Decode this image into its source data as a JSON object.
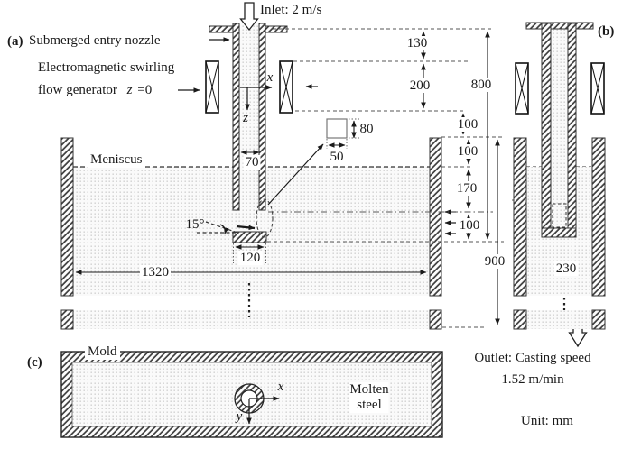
{
  "figure": {
    "panel_a_tag": "(a)",
    "panel_b_tag": "(b)",
    "panel_c_tag": "(c)",
    "unit_note": "Unit: mm"
  },
  "labels": {
    "submerged_entry_nozzle": "Submerged entry nozzle",
    "electromagnetic_line1": "Electromagnetic swirling",
    "electromagnetic_line2": "flow generator",
    "z_var": "z",
    "z_eq": "=0",
    "inlet": "Inlet: 2 m/s",
    "meniscus": "Meniscus",
    "mold": "Mold",
    "molten_line1": "Molten",
    "molten_line2": "steel",
    "outlet_line1": "Outlet: Casting speed",
    "outlet_line2": "1.52 m/min",
    "axis_x": "x",
    "axis_z": "z",
    "axis_y": "y"
  },
  "dimensions_mm": {
    "d130": "130",
    "d200": "200",
    "d800": "800",
    "d100_top": "100",
    "d100_mid": "100",
    "d170": "170",
    "d100_bot": "100",
    "d900": "900",
    "d1320": "1320",
    "d70": "70",
    "d120": "120",
    "d230": "230",
    "d80": "80",
    "d50": "50",
    "port_angle": "15°"
  },
  "values": {
    "inlet_velocity": "2 m/s",
    "casting_speed": "1.52 m/min",
    "unit": "mm"
  },
  "colors": {
    "ink": "#1a1a1a",
    "background": "#ffffff",
    "hatch_line": "#3c3c3c",
    "steel_dot": "#cfcfcf"
  }
}
